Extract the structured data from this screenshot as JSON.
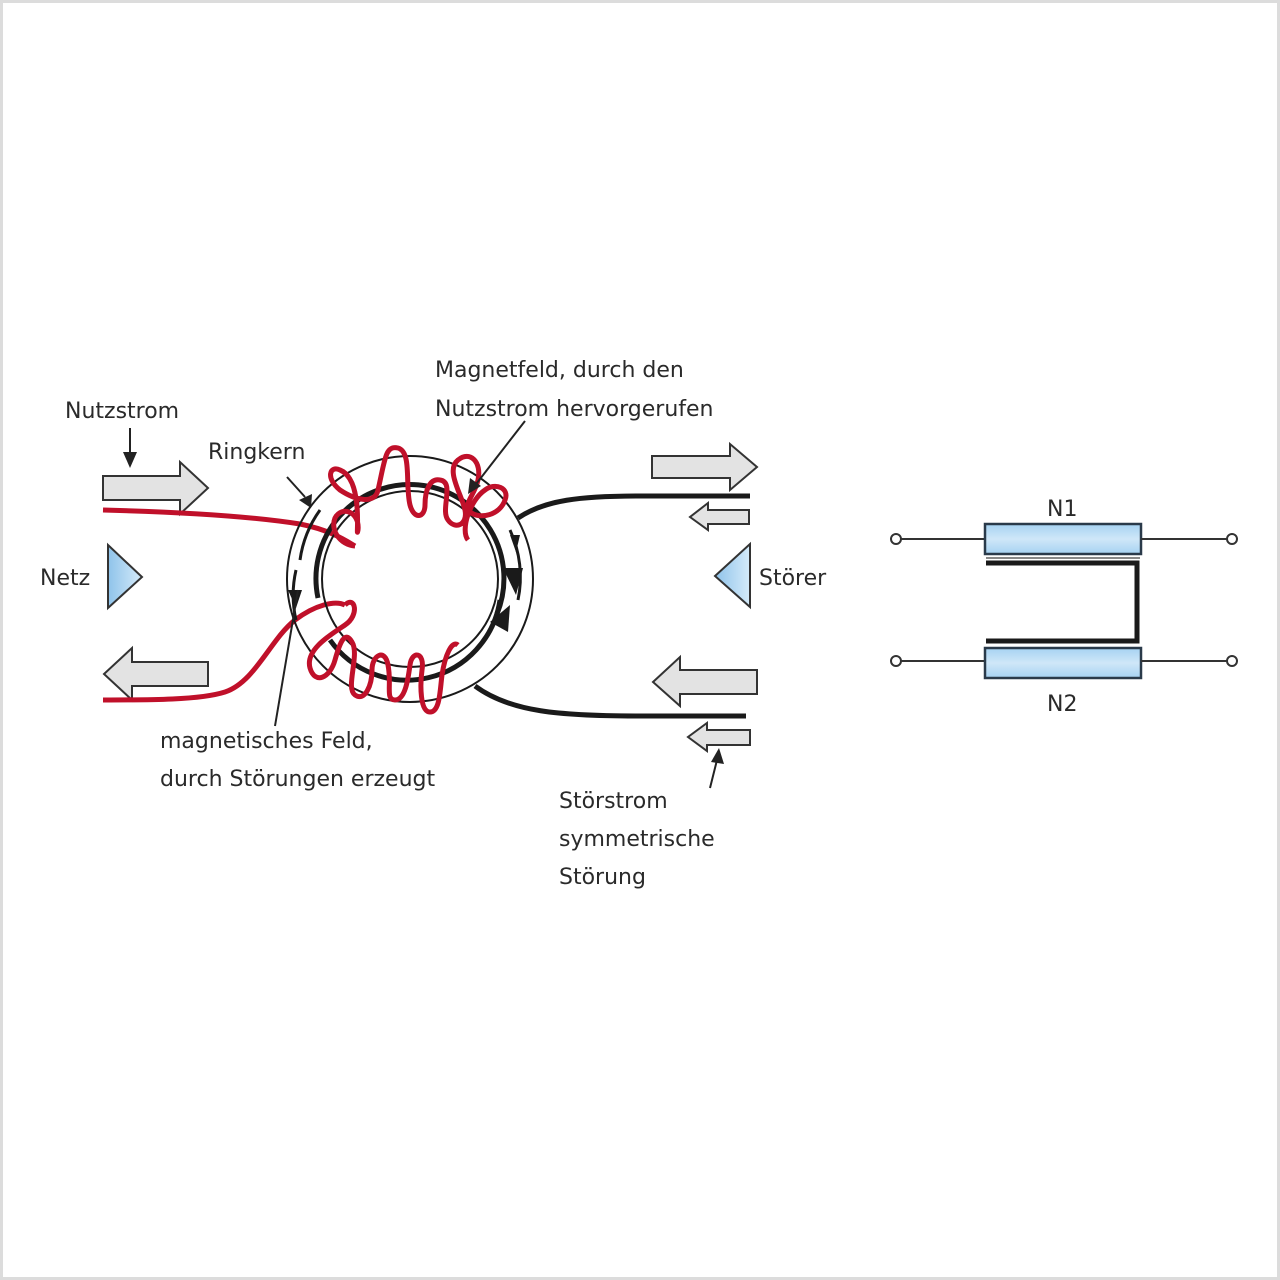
{
  "labels": {
    "nutzstrom": "Nutzstrom",
    "ringkern": "Ringkern",
    "netz": "Netz",
    "stoerer": "Störer",
    "magnetfeld_line1": "Magnetfeld, durch den",
    "magnetfeld_line2": "Nutzstrom hervorgerufen",
    "magn_feld_line1": "magnetisches Feld,",
    "magn_feld_line2": "durch Störungen erzeugt",
    "stoerstrom_line1": "Störstrom",
    "stoerstrom_line2": "symmetrische",
    "stoerstrom_line3": "Störung",
    "n1": "N1",
    "n2": "N2"
  },
  "colors": {
    "wire_red": "#c0102a",
    "wire_black": "#1a1a1a",
    "arrow_fill": "#e3e3e3",
    "triangle_fill": "#a9d2ef",
    "coil_fill": "#b9dcf4",
    "frame": "#dcdcdc"
  }
}
